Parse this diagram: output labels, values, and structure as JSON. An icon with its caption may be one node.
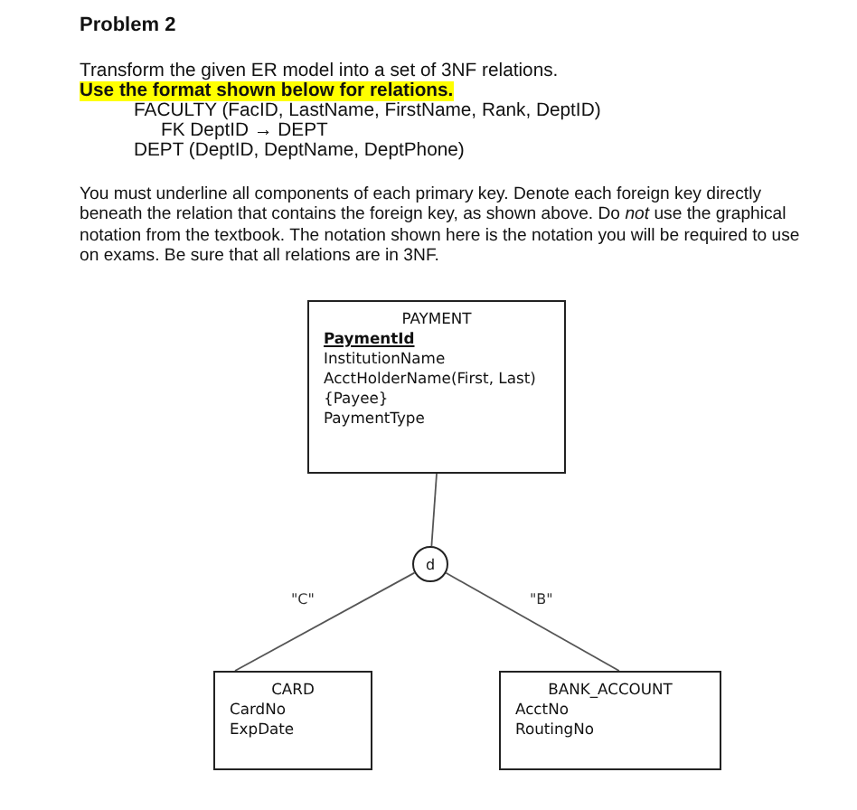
{
  "diagram": {
    "title": "Problem 2",
    "nodes": [
      {
        "text": [
          "PAYMENT",
          "PaymentId",
          "InstitutionName",
          "AcctHolderName(First, Last)",
          "{Payee}",
          "PaymentType"
        ]
      },
      {
        "text": [
          "d"
        ]
      },
      {
        "text": [
          "CARD",
          "CardNo",
          "ExpDate"
        ]
      },
      {
        "text": [
          "BANK_ACCOUNT",
          "AcctNo",
          "RoutingNo"
        ]
      }
    ],
    "edges": [
      {
        "from": 0,
        "to": 1,
        "arrow": "none"
      },
      {
        "from": 1,
        "to": 2,
        "arrow": "none",
        "label": "\"C\""
      },
      {
        "from": 1,
        "to": 3,
        "arrow": "none",
        "label": "\"B\""
      }
    ],
    "labels": [
      "Transform the given ER model into a set of 3NF relations.",
      "Use the format shown below for relations.",
      "FACULTY (FacID, LastName, FirstName, Rank, DeptID)",
      "FK DeptID → DEPT",
      "DEPT (DeptID, DeptName, DeptPhone)",
      "You must underline all components of each primary key. Denote each foreign key directly beneath the relation that contains the foreign key, as shown above. Do *not* use the graphical notation from the textbook. The notation shown here is the notation you will be required to use on exams. Be sure that all relations are in 3NF."
    ]
  }
}
